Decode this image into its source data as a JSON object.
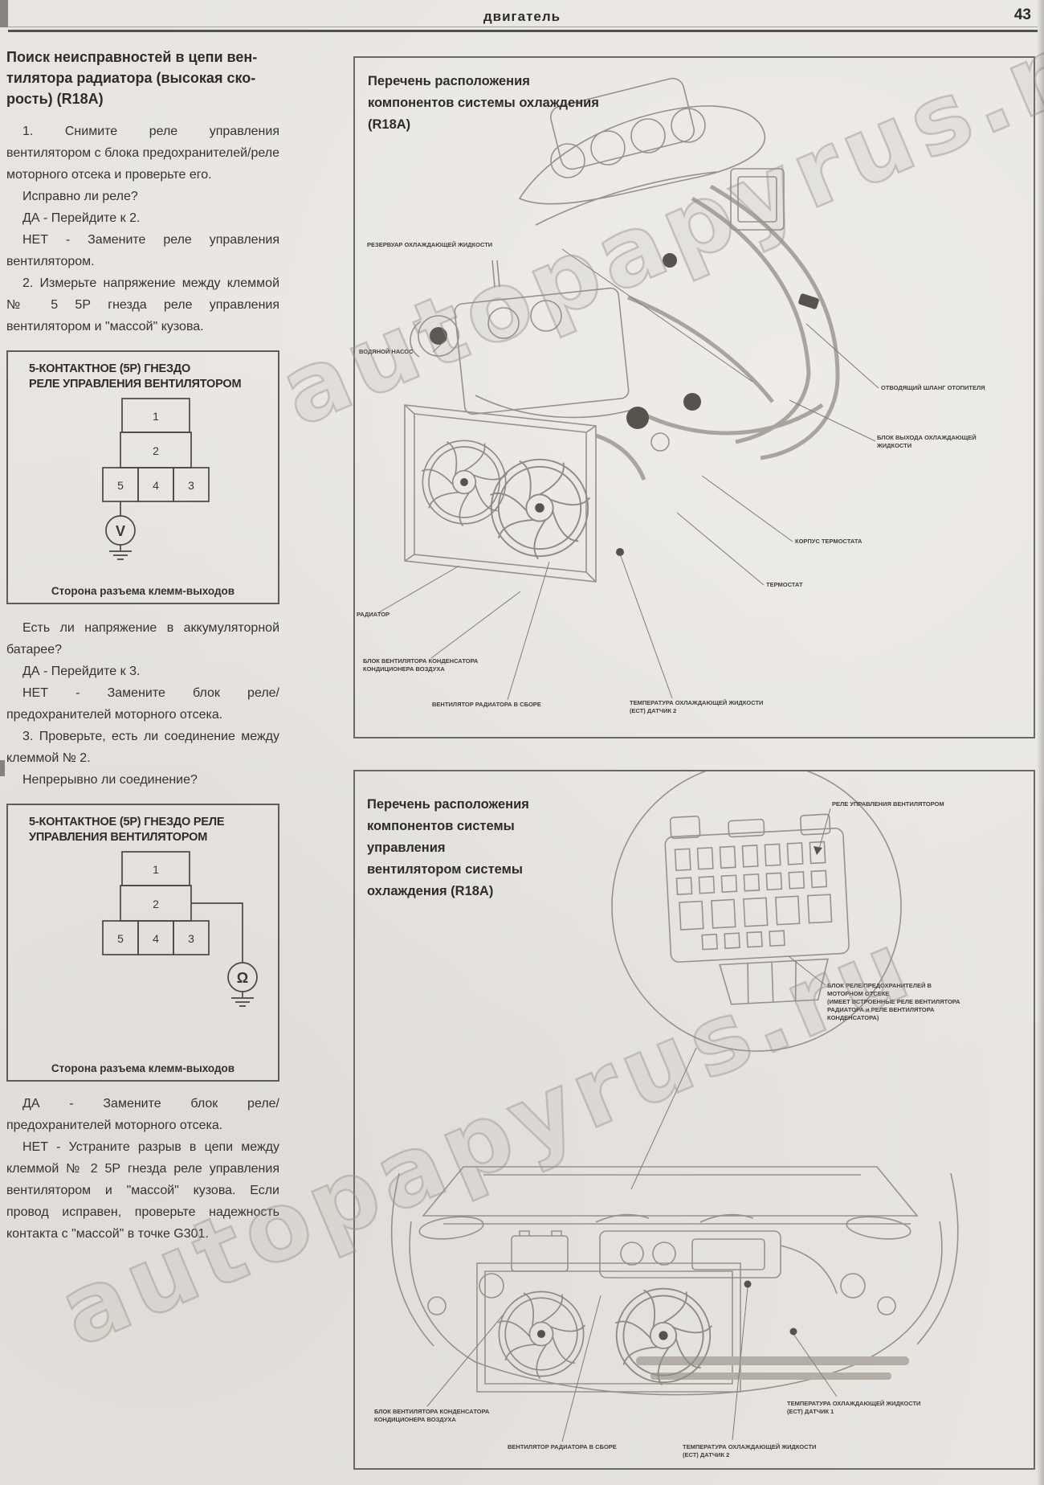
{
  "page": {
    "header_title": "двигатель",
    "page_number": "43"
  },
  "watermark": {
    "text": "autopapyrus.ru"
  },
  "colors": {
    "paper": "#e8e5e1",
    "ink": "#35332f",
    "line_art": "#96928b",
    "border": "#5e5c58"
  },
  "left_column": {
    "title": "Поиск неисправностей в цепи вен-\nтилятора радиатора (высокая ско-\nрость) (R18A)",
    "steps1": [
      "1. Снимите реле управления вентилятором с блока предохранителей/реле моторного отсека и проверьте его.",
      "Исправно ли реле?",
      "ДА - Перейдите к 2.",
      "НЕТ - Замените реле управления вентилятором.",
      "2. Измерьте напряжение между клеммой № 5 5Р гнезда реле управления вентилятором и \"массой\" кузова."
    ],
    "connector_box1": {
      "title": "5-КОНТАКТНОЕ (5Р) ГНЕЗДО\nРЕЛЕ УПРАВЛЕНИЯ ВЕНТИЛЯТОРОМ",
      "pins": [
        "1",
        "2",
        "5",
        "4",
        "3"
      ],
      "meter_symbol": "V",
      "caption": "Сторона разъема клемм-выходов"
    },
    "steps2": [
      "Есть ли напряжение в аккумуляторной батарее?",
      "ДА - Перейдите к 3.",
      "НЕТ - Замените блок реле/предохранителей моторного отсека.",
      "3. Проверьте, есть ли соединение между клеммой № 2.",
      "Непрерывно ли соединение?"
    ],
    "connector_box2": {
      "title": "5-КОНТАКТНОЕ (5Р) ГНЕЗДО РЕЛЕ\nУПРАВЛЕНИЯ ВЕНТИЛЯТОРОМ",
      "pins": [
        "1",
        "2",
        "5",
        "4",
        "3"
      ],
      "meter_symbol": "Ω",
      "caption": "Сторона разъема клемм-выходов"
    },
    "steps3": [
      "ДА - Замените блок реле/предохранителей моторного отсека.",
      "НЕТ - Устраните разрыв в цепи между клеммой № 2 5Р гнезда реле управления вентилятором и \"массой\" кузова. Если провод исправен, проверьте надежность контакта с \"массой\" в точке G301."
    ]
  },
  "figure_cooling": {
    "title": "Перечень расположения\nкомпонентов системы охлаждения\n(R18A)",
    "labels": {
      "coolant_reservoir": "РЕЗЕРВУАР ОХЛАЖДАЮЩЕЙ ЖИДКОСТИ",
      "water_pump": "ВОДЯНОЙ НАСОС",
      "heater_outlet_hose": "ОТВОДЯЩИЙ ШЛАНГ ОТОПИТЕЛЯ",
      "coolant_outlet": "БЛОК ВЫХОДА ОХЛАЖДАЮЩЕЙ\nЖИДКОСТИ",
      "thermostat_housing": "КОРПУС ТЕРМОСТАТА",
      "thermostat": "ТЕРМОСТАТ",
      "radiator": "РАДИАТОР",
      "condenser_fan": "БЛОК ВЕНТИЛЯТОРА КОНДЕНСАТОРА\nКОНДИЦИОНЕРА ВОЗДУХА",
      "radiator_fan": "ВЕНТИЛЯТОР РАДИАТОРА В СБОРЕ",
      "ect_sensor_2": "ТЕМПЕРАТУРА ОХЛАЖДАЮЩЕЙ ЖИДКОСТИ\n(ЕСТ) ДАТЧИК 2"
    }
  },
  "figure_fan_control": {
    "title": "Перечень расположения\nкомпонентов системы\nуправления\nвентилятором системы\nохлаждения (R18A)",
    "labels": {
      "fan_control_relay": "РЕЛЕ УПРАВЛЕНИЯ ВЕНТИЛЯТОРОМ",
      "relay_fuse_box": "БЛОК РЕЛЕ/ПРЕДОХРАНИТЕЛЕЙ В\nМОТОРНОМ ОТСЕКЕ\n(ИМЕЕТ ВСТРОЕННЫЕ РЕЛЕ ВЕНТИЛЯТОРА\nРАДИАТОРА и РЕЛЕ ВЕНТИЛЯТОРА\nКОНДЕНСАТОРА)",
      "condenser_fan": "БЛОК ВЕНТИЛЯТОРА КОНДЕНСАТОРА\nКОНДИЦИОНЕРА ВОЗДУХА",
      "radiator_fan": "ВЕНТИЛЯТОР РАДИАТОРА В СБОРЕ",
      "ect_sensor_1": "ТЕМПЕРАТУРА ОХЛАЖДАЮЩЕЙ ЖИДКОСТИ\n(ЕСТ) ДАТЧИК 1",
      "ect_sensor_2": "ТЕМПЕРАТУРА ОХЛАЖДАЮЩЕЙ ЖИДКОСТИ\n(ЕСТ) ДАТЧИК 2"
    }
  }
}
